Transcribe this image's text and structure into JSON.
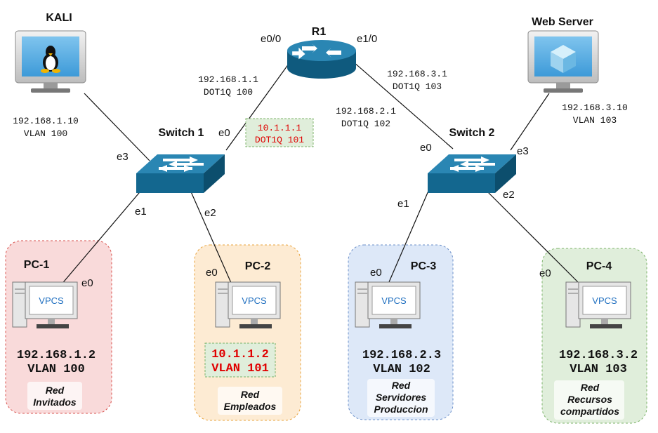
{
  "router": {
    "name": "R1",
    "port_left": "e0/0",
    "port_right": "e1/0"
  },
  "switch1": {
    "name": "Switch 1",
    "ports": {
      "e0": "e0",
      "e1": "e1",
      "e2": "e2",
      "e3": "e3"
    }
  },
  "switch2": {
    "name": "Switch 2",
    "ports": {
      "e0": "e0",
      "e1": "e1",
      "e2": "e2",
      "e3": "e3"
    }
  },
  "kali": {
    "name": "KALI",
    "ip": "192.168.1.10",
    "vlan": "VLAN 100"
  },
  "webserver": {
    "name": "Web Server",
    "ip": "192.168.3.10",
    "vlan": "VLAN 103"
  },
  "subif": {
    "r_e00": {
      "ip": "192.168.1.1",
      "dot1q": "DOT1Q 100"
    },
    "r_e00_b": {
      "ip": "10.1.1.1",
      "dot1q": "DOT1Q 101"
    },
    "r_e10_a": {
      "ip": "192.168.3.1",
      "dot1q": "DOT1Q 103"
    },
    "r_e10_b": {
      "ip": "192.168.2.1",
      "dot1q": "DOT1Q 102"
    }
  },
  "pcs": [
    {
      "name": "PC-1",
      "port": "e0",
      "screen": "VPCS",
      "ip": "192.168.1.2",
      "vlan": "VLAN 100",
      "net": [
        "Red",
        "Invitados"
      ]
    },
    {
      "name": "PC-2",
      "port": "e0",
      "screen": "VPCS",
      "ip": "10.1.1.2",
      "vlan": "VLAN 101",
      "net": [
        "Red",
        "Empleados"
      ]
    },
    {
      "name": "PC-3",
      "port": "e0",
      "screen": "VPCS",
      "ip": "192.168.2.3",
      "vlan": "VLAN 102",
      "net": [
        "Red",
        "Servidores",
        "Produccion"
      ]
    },
    {
      "name": "PC-4",
      "port": "e0",
      "screen": "VPCS",
      "ip": "192.168.3.2",
      "vlan": "VLAN 103",
      "net": [
        "Red",
        "Recursos",
        "compartidos"
      ]
    }
  ],
  "colors": {
    "zone1_fill": "#f9dada",
    "zone1_border": "#d9534f",
    "zone2_fill": "#fdebd3",
    "zone2_border": "#e8a33d",
    "zone3_fill": "#dde8f8",
    "zone3_border": "#6b8fc9",
    "zone4_fill": "#e0eedb",
    "zone4_border": "#7cb36a",
    "switch": "#13678f",
    "router": "#13678f",
    "highlight": "#e00000"
  }
}
